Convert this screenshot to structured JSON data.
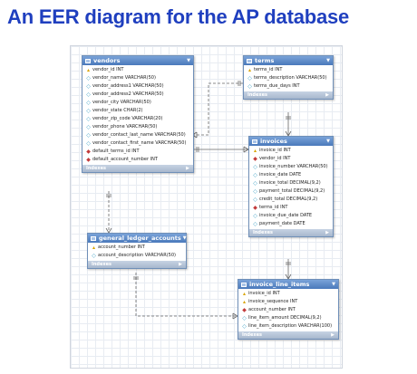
{
  "title": "An EER diagram for the AP database",
  "icons": {
    "key": "key-icon",
    "attribute": "diamond-icon",
    "foreign_key": "red-diamond-icon",
    "table": "table-icon"
  },
  "colors": {
    "title": "#1f3fbf",
    "table_header": "#4a79bb",
    "key": "#d9a400",
    "attribute": "#4aa7c9",
    "foreign_key": "#c23a3a"
  },
  "tables": {
    "vendors": {
      "name": "vendors",
      "columns": [
        {
          "text": "vendor_id INT",
          "icon": "key"
        },
        {
          "text": "vendor_name VARCHAR(50)",
          "icon": "attribute"
        },
        {
          "text": "vendor_address1 VARCHAR(50)",
          "icon": "attribute"
        },
        {
          "text": "vendor_address2 VARCHAR(50)",
          "icon": "attribute"
        },
        {
          "text": "vendor_city VARCHAR(50)",
          "icon": "attribute"
        },
        {
          "text": "vendor_state CHAR(2)",
          "icon": "attribute"
        },
        {
          "text": "vendor_zip_code VARCHAR(20)",
          "icon": "attribute"
        },
        {
          "text": "vendor_phone VARCHAR(50)",
          "icon": "attribute"
        },
        {
          "text": "vendor_contact_last_name VARCHAR(50)",
          "icon": "attribute"
        },
        {
          "text": "vendor_contact_first_name VARCHAR(50)",
          "icon": "attribute"
        },
        {
          "text": "default_terms_id INT",
          "icon": "foreign_key"
        },
        {
          "text": "default_account_number INT",
          "icon": "foreign_key"
        }
      ],
      "footer": "Indexes"
    },
    "terms": {
      "name": "terms",
      "columns": [
        {
          "text": "terms_id INT",
          "icon": "key"
        },
        {
          "text": "terms_description VARCHAR(50)",
          "icon": "attribute"
        },
        {
          "text": "terms_due_days INT",
          "icon": "attribute"
        }
      ],
      "footer": "Indexes"
    },
    "invoices": {
      "name": "invoices",
      "columns": [
        {
          "text": "invoice_id INT",
          "icon": "key"
        },
        {
          "text": "vendor_id INT",
          "icon": "foreign_key"
        },
        {
          "text": "invoice_number VARCHAR(50)",
          "icon": "attribute"
        },
        {
          "text": "invoice_date DATE",
          "icon": "attribute"
        },
        {
          "text": "invoice_total DECIMAL(9,2)",
          "icon": "attribute"
        },
        {
          "text": "payment_total DECIMAL(9,2)",
          "icon": "attribute"
        },
        {
          "text": "credit_total DECIMAL(9,2)",
          "icon": "attribute"
        },
        {
          "text": "terms_id INT",
          "icon": "foreign_key"
        },
        {
          "text": "invoice_due_date DATE",
          "icon": "attribute"
        },
        {
          "text": "payment_date DATE",
          "icon": "attribute"
        }
      ],
      "footer": "Indexes"
    },
    "general_ledger_accounts": {
      "name": "general_ledger_accounts",
      "columns": [
        {
          "text": "account_number INT",
          "icon": "key"
        },
        {
          "text": "account_description VARCHAR(50)",
          "icon": "attribute"
        }
      ],
      "footer": "Indexes"
    },
    "invoice_line_items": {
      "name": "invoice_line_items",
      "columns": [
        {
          "text": "invoice_id INT",
          "icon": "key"
        },
        {
          "text": "invoice_sequence INT",
          "icon": "key"
        },
        {
          "text": "account_number INT",
          "icon": "foreign_key"
        },
        {
          "text": "line_item_amount DECIMAL(9,2)",
          "icon": "attribute"
        },
        {
          "text": "line_item_description VARCHAR(100)",
          "icon": "attribute"
        }
      ],
      "footer": "Indexes"
    }
  }
}
